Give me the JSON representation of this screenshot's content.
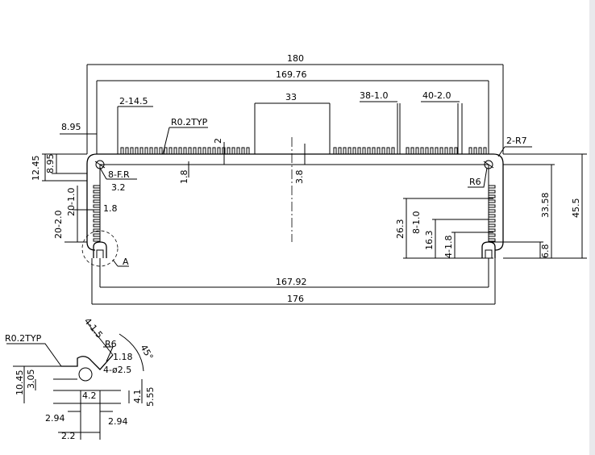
{
  "dimensions": {
    "overall_width": "180",
    "inner_top_width": "169.76",
    "top_fin_pitch": "2-14.5",
    "center_gap": "33",
    "fin_a": "38-1.0",
    "fin_b": "40-2.0",
    "corner_radius_label": "R0.2TYP",
    "fin_height": "2",
    "left_offset": "8.95",
    "side_radius": "2-R7",
    "left_h1": "12.45",
    "left_h2": "8.95",
    "slot_fr": "8-F.R",
    "slot_w": "3.2",
    "fin_thk": "1.8",
    "top_thk": "1.8",
    "center_h": "3.8",
    "side_pitch_a": "20-1.0",
    "side_pitch_b": "20-2.0",
    "side_thk": "1.8",
    "detail_ref": "A",
    "inner_width": "167.92",
    "bottom_width": "176",
    "r6": "R6",
    "right_h1": "26.3",
    "right_p1": "8-1.0",
    "right_h2": "16.3",
    "right_p2": "4-1.8",
    "right_h3": "33.58",
    "right_h4": "6.8",
    "overall_height": "45.5"
  },
  "detail": {
    "radius": "R0.2TYP",
    "r6": "R6",
    "angle_label": "4-1.5",
    "angle": "45°",
    "v118": "1.18",
    "hole": "4-ø2.5",
    "h1045": "10.45",
    "h305": "3.05",
    "w42": "4.2",
    "h41": "4.1",
    "h555": "5.55",
    "w294a": "2.94",
    "w294b": "2.94",
    "w22": "2.2"
  }
}
